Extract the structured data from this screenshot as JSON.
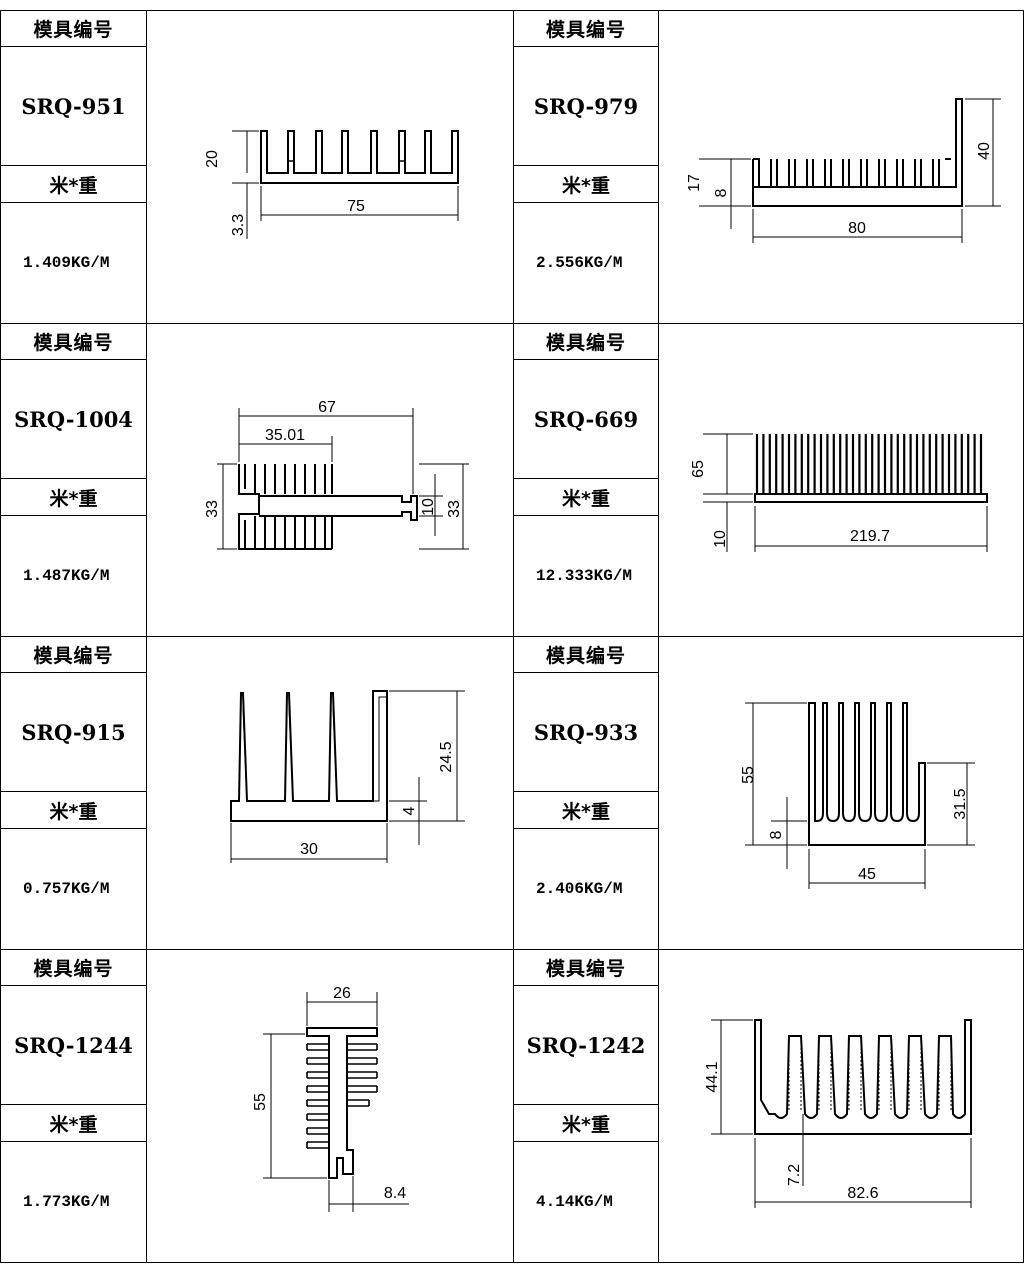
{
  "cards": [
    {
      "header": "模具编号",
      "code": "SRQ-951",
      "weight_label": "米*重",
      "weight": "1.409KG/M",
      "dims": [
        "20",
        "3.3",
        "75"
      ]
    },
    {
      "header": "模具编号",
      "code": "SRQ-979",
      "weight_label": "米*重",
      "weight": "2.556KG/M",
      "dims": [
        "17",
        "8",
        "40",
        "80"
      ]
    },
    {
      "header": "模具编号",
      "code": "SRQ-1004",
      "weight_label": "米*重",
      "weight": "1.487KG/M",
      "dims": [
        "67",
        "35.01",
        "33",
        "10",
        "33"
      ]
    },
    {
      "header": "模具编号",
      "code": "SRQ-669",
      "weight_label": "米*重",
      "weight": "12.333KG/M",
      "dims": [
        "65",
        "10",
        "219.7"
      ]
    },
    {
      "header": "模具编号",
      "code": "SRQ-915",
      "weight_label": "米*重",
      "weight": "0.757KG/M",
      "dims": [
        "24.5",
        "4",
        "30"
      ]
    },
    {
      "header": "模具编号",
      "code": "SRQ-933",
      "weight_label": "米*重",
      "weight": "2.406KG/M",
      "dims": [
        "55",
        "8",
        "31.5",
        "45"
      ]
    },
    {
      "header": "模具编号",
      "code": "SRQ-1244",
      "weight_label": "米*重",
      "weight": "1.773KG/M",
      "dims": [
        "26",
        "55",
        "8.4"
      ]
    },
    {
      "header": "模具编号",
      "code": "SRQ-1242",
      "weight_label": "米*重",
      "weight": "4.14KG/M",
      "dims": [
        "44.1",
        "7.2",
        "82.6"
      ]
    }
  ]
}
